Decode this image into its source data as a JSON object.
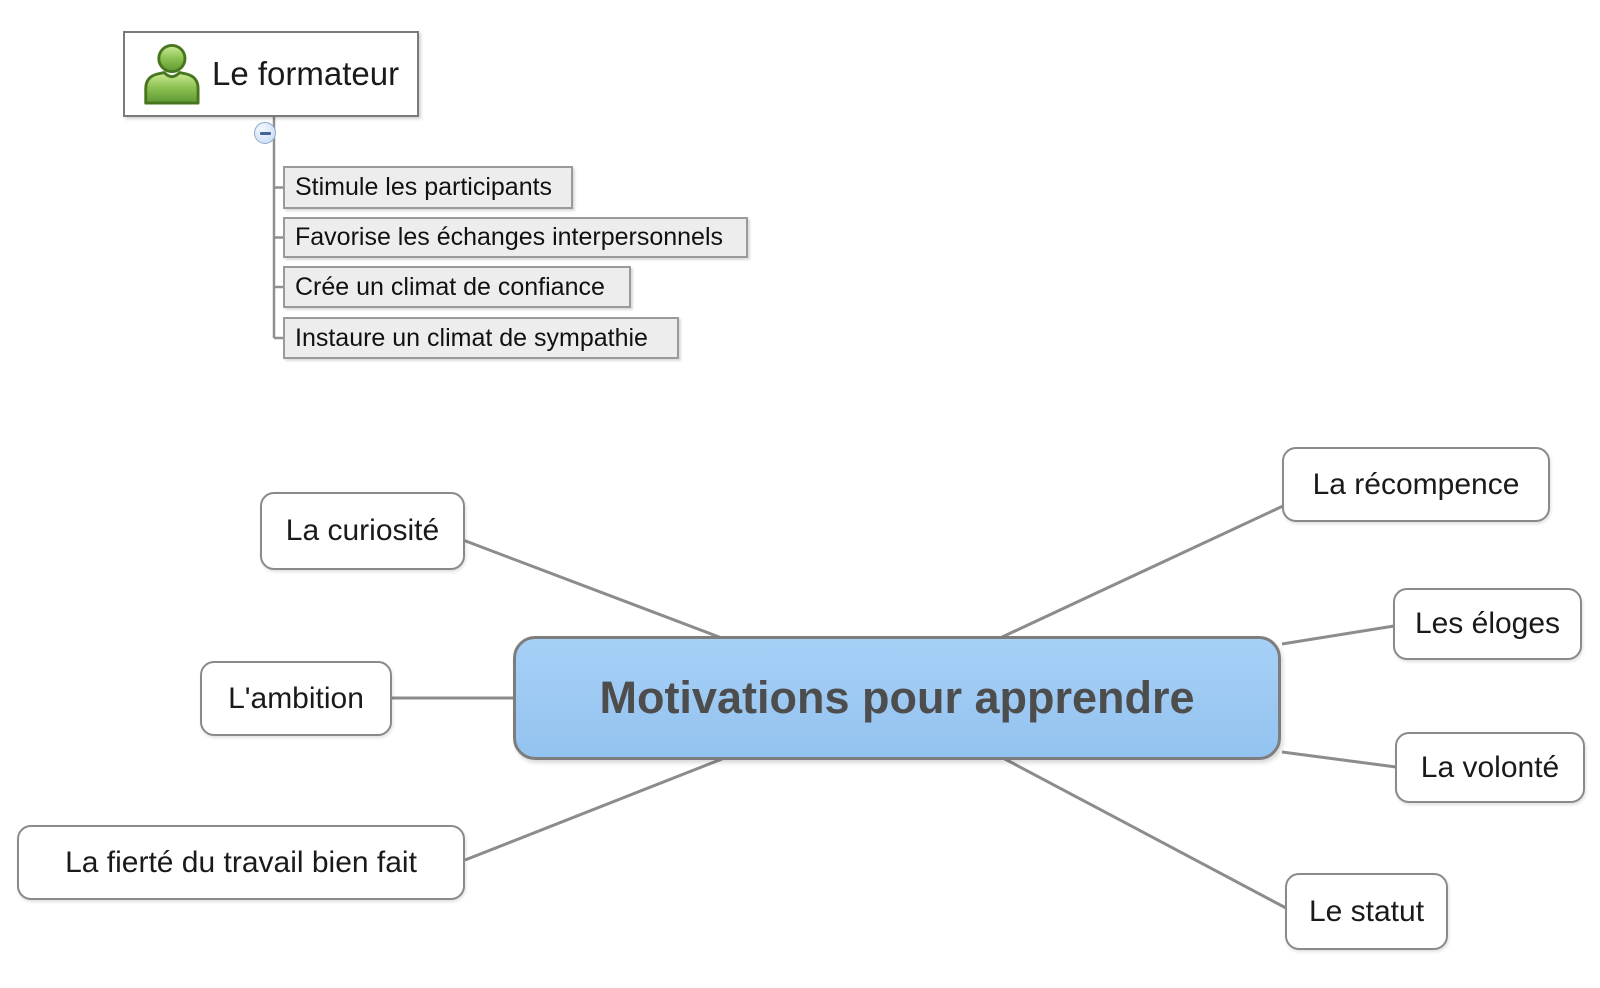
{
  "canvas": {
    "background": "#ffffff"
  },
  "formateur_tree": {
    "root_label": "Le formateur",
    "root_icon": "person-icon",
    "collapse_icon": "minus",
    "children": [
      "Stimule les participants",
      "Favorise les échanges interpersonnels",
      "Crée un climat de confiance",
      "Instaure un climat de sympathie"
    ]
  },
  "mindmap": {
    "central_label": "Motivations pour apprendre",
    "left_topics": [
      "La curiosité",
      "L'ambition",
      "La fierté du travail bien fait"
    ],
    "right_topics": [
      "La récompence",
      "Les éloges",
      "La volonté",
      "Le statut"
    ]
  },
  "colors": {
    "central_fill": "#9bc8f2",
    "central_border": "#7d7d7d",
    "central_text": "#4d4d4d",
    "topic_fill": "#ffffff",
    "topic_border": "#8a8a8a",
    "subtopic_fill": "#ededed",
    "subtopic_border": "#9a9a9a",
    "connector": "#8c8c8c",
    "person_icon_green": "#76b041",
    "collapse_fill": "#d9e7f8",
    "collapse_border": "#90a9cb"
  }
}
